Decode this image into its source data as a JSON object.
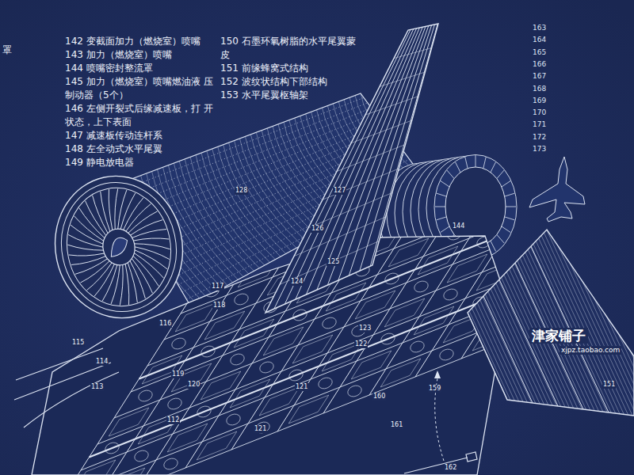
{
  "diagram": {
    "labels": [
      "罩",
      "142 变截面加力（燃烧室）喷嘴",
      "143 加力（燃烧室）喷嘴",
      "144 喷嘴密封整流罩",
      "145 加力（燃烧室）喷嘴燃油液 压制动器（5个）",
      "146 左侧开裂式后缘减速板，打 开状态，上下表面",
      "147 减速板传动连杆系",
      "148 左全动式水平尾翼",
      "149 静电放电器",
      "150 石墨环氧树脂的水平尾翼蒙 皮",
      "151 前缘蜂窝式结构",
      "152 波纹状结构下部结构",
      "153 水平尾翼枢轴架",
      "163",
      "164",
      "165",
      "166",
      "167",
      "168",
      "169",
      "170",
      "171",
      "172",
      "173",
      "128",
      "127",
      "126",
      "125",
      "124",
      "123",
      "122",
      "118",
      "117",
      "116",
      "115",
      "114",
      "113",
      "119",
      "120",
      "121",
      "121",
      "112",
      "160",
      "161",
      "159",
      "162",
      "144",
      "151",
      "津家铺子",
      "xjpz.taobao.com"
    ]
  }
}
